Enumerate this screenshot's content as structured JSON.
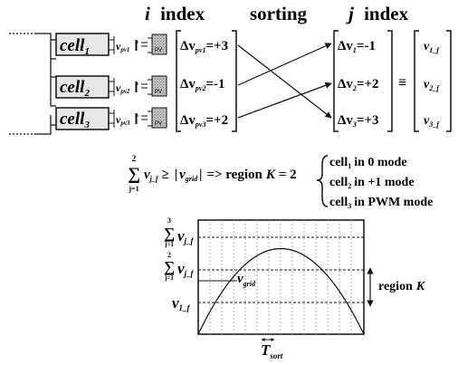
{
  "headers": {
    "left_var": "i",
    "left_word": "index",
    "middle": "sorting",
    "right_var": "j",
    "right_word": "index"
  },
  "cells": [
    {
      "name": "cell",
      "sub": "1",
      "v_label": "v",
      "v_sub": "pv1",
      "pv": "PV"
    },
    {
      "name": "cell",
      "sub": "2",
      "v_label": "v",
      "v_sub": "pv2",
      "pv": "PV"
    },
    {
      "name": "cell",
      "sub": "3",
      "v_label": "v",
      "v_sub": "pv3",
      "pv": "PV"
    }
  ],
  "i_vector": [
    {
      "delta": "Δv",
      "sub": "pv1",
      "value": "=+3"
    },
    {
      "delta": "Δv",
      "sub": "pv2",
      "value": "=-1"
    },
    {
      "delta": "Δv",
      "sub": "pv3",
      "value": "=+2"
    }
  ],
  "j_vector": [
    {
      "delta": "Δv",
      "sub": "1",
      "value": "=-1"
    },
    {
      "delta": "Δv",
      "sub": "2",
      "value": "=+2"
    },
    {
      "delta": "Δv",
      "sub": "3",
      "value": "=+3"
    }
  ],
  "equiv_symbol": "≡",
  "v_vector": [
    {
      "v": "v",
      "sub": "1_f"
    },
    {
      "v": "v",
      "sub": "2_f"
    },
    {
      "v": "v",
      "sub": "3_f"
    }
  ],
  "condition": {
    "sum_top": "2",
    "sum_bottom": "j=1",
    "sum_sign": "∑",
    "term": "v",
    "term_sub": "j_f",
    "geq": "≥",
    "grid_v": "v",
    "grid_sub": "grid",
    "implies": "=> region",
    "K": "K",
    "equals": "= 2"
  },
  "modes": [
    {
      "cell": "cell",
      "sub": "1",
      "text": "in 0 mode"
    },
    {
      "cell": "cell",
      "sub": "2",
      "text": "in +1 mode"
    },
    {
      "cell": "cell",
      "sub": "3",
      "text": "in PWM mode"
    }
  ],
  "plot": {
    "y_labels": [
      {
        "sum_top": "3",
        "sum_bottom": "j=1",
        "v": "v",
        "sub": "j_f"
      },
      {
        "sum_top": "2",
        "sum_bottom": "j=1",
        "v": "v",
        "sub": "j_f"
      },
      {
        "v": "v",
        "sub": "1_f"
      }
    ],
    "curve_label": "v",
    "curve_label_sub": "grid",
    "region_label": "region",
    "region_K": "K",
    "T_label": "T",
    "T_sub": "sort"
  }
}
